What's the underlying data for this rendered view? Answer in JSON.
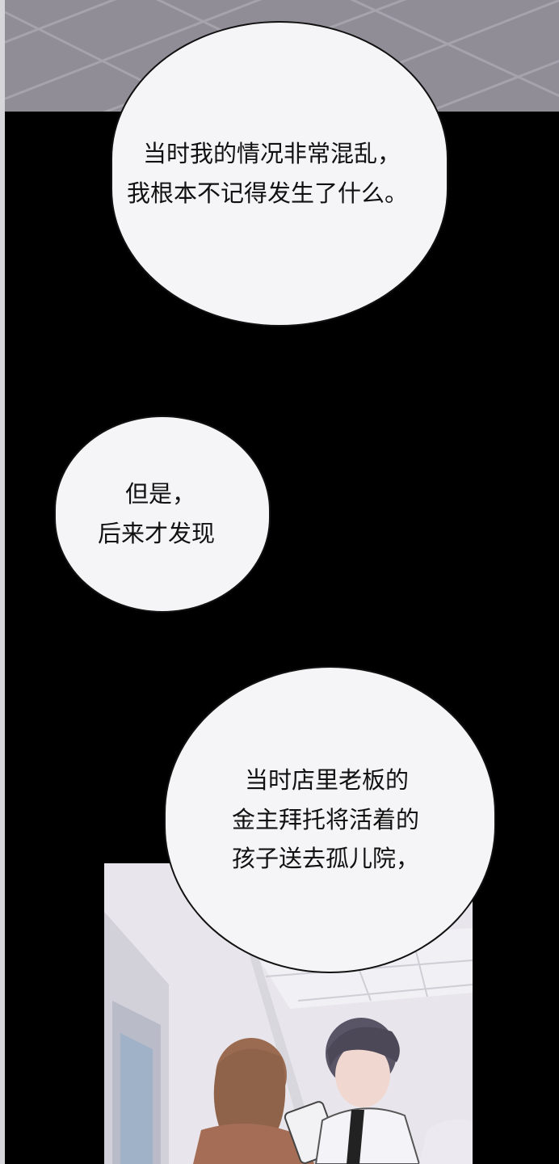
{
  "bubbles": {
    "first": {
      "line1": "当时我的情况非常混乱，",
      "line2": "我根本不记得发生了什么。"
    },
    "second": {
      "line1": "但是，",
      "line2": "后来才发现"
    },
    "third": {
      "line1": "当时店里老板的",
      "line2": "金主拜托将活着的",
      "line3": "孩子送去孤儿院，"
    }
  },
  "colors": {
    "bubble_fill": "#f5f5f7",
    "outline": "#111111",
    "background": "#000000",
    "ceiling": "#8e8b94"
  },
  "artwork": {
    "top": "office-ceiling-tiles",
    "bottom": "office-scene-two-characters"
  }
}
